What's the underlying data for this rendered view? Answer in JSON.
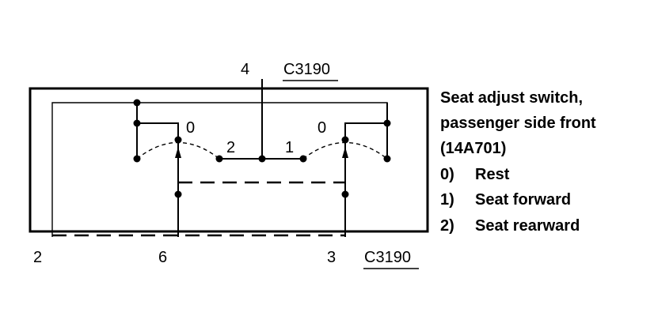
{
  "connector_top": "C3190",
  "connector_bottom": "C3190",
  "pin_labels": {
    "top_center": "4",
    "bottom_left": "2",
    "bottom_middle": "6",
    "bottom_right": "3"
  },
  "switch_position_labels": {
    "left_rest": "0",
    "right_rest": "0",
    "left_contact": "2",
    "right_contact": "1"
  },
  "legend": {
    "title_line1": "Seat adjust switch,",
    "title_line2": "passenger side front",
    "part_number": "(14A701)",
    "items": [
      {
        "code": "0)",
        "text": "Rest"
      },
      {
        "code": "1)",
        "text": "Seat forward"
      },
      {
        "code": "2)",
        "text": "Seat rearward"
      }
    ]
  }
}
